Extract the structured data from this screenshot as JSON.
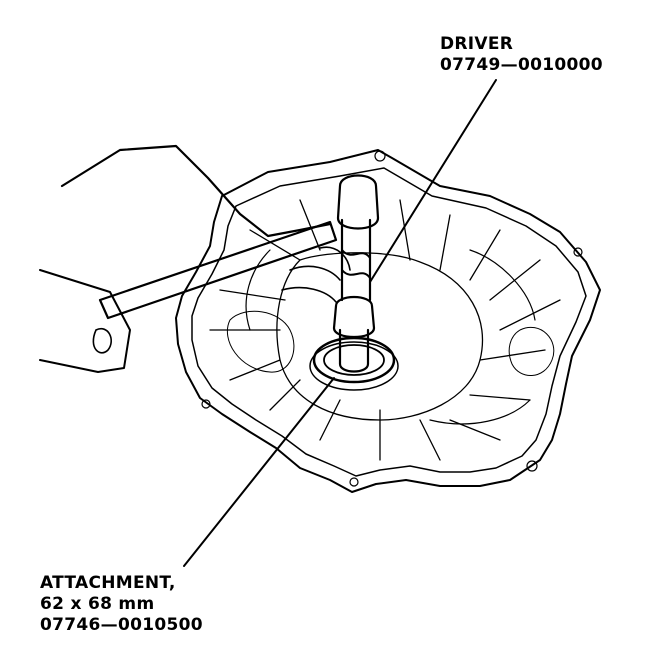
{
  "callouts": {
    "driver": {
      "name": "DRIVER",
      "part_number": "07749—0010000"
    },
    "attachment": {
      "name": "ATTACHMENT,",
      "size": "62 x 68 mm",
      "part_number": "07746—0010500"
    }
  }
}
